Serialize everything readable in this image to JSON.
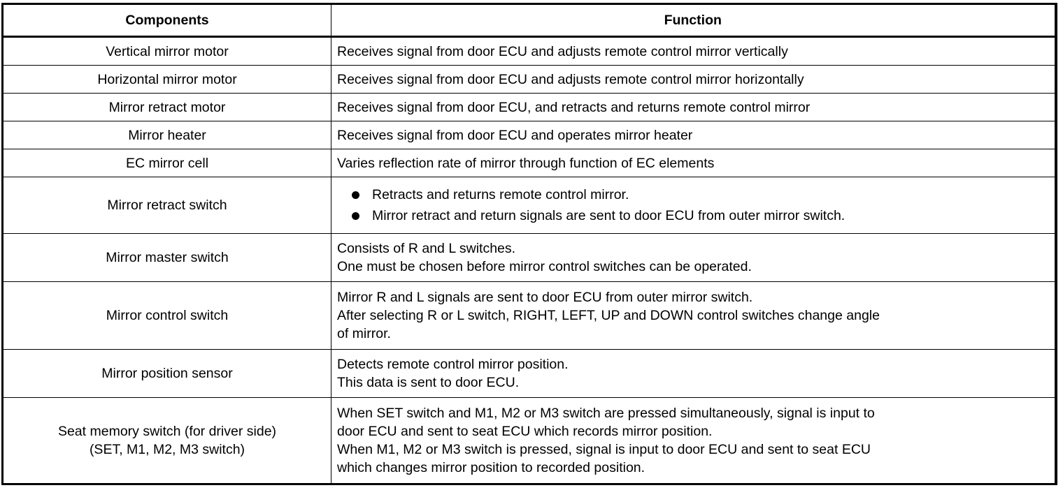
{
  "table": {
    "headers": {
      "components": "Components",
      "function": "Function"
    },
    "rows": [
      {
        "component": [
          "Vertical mirror motor"
        ],
        "function": [
          "Receives signal from door ECU and adjusts remote control mirror vertically"
        ]
      },
      {
        "component": [
          "Horizontal mirror motor"
        ],
        "function": [
          "Receives signal from door ECU and adjusts remote control mirror horizontally"
        ]
      },
      {
        "component": [
          "Mirror retract motor"
        ],
        "function": [
          "Receives signal from door ECU, and retracts and returns remote control mirror"
        ]
      },
      {
        "component": [
          "Mirror heater"
        ],
        "function": [
          "Receives signal from door ECU and operates mirror heater"
        ]
      },
      {
        "component": [
          "EC mirror cell"
        ],
        "function": [
          "Varies reflection rate of mirror through function of EC elements"
        ]
      },
      {
        "component": [
          "Mirror retract switch"
        ],
        "bullets": [
          "Retracts and returns remote control mirror.",
          "Mirror retract and return signals are sent to door ECU from outer mirror switch."
        ]
      },
      {
        "component": [
          "Mirror master switch"
        ],
        "function": [
          "Consists of R and L switches.",
          "One must be chosen before mirror control switches can be operated."
        ]
      },
      {
        "component": [
          "Mirror control switch"
        ],
        "function": [
          "Mirror R and L signals are sent to door ECU from outer mirror switch.",
          "After selecting R or L switch, RIGHT, LEFT, UP and DOWN control switches change angle",
          "of mirror."
        ]
      },
      {
        "component": [
          "Mirror position sensor"
        ],
        "function": [
          "Detects remote control mirror position.",
          "This data is sent to door ECU."
        ]
      },
      {
        "component": [
          "Seat memory switch (for driver side)",
          "(SET, M1, M2, M3 switch)"
        ],
        "function": [
          "When SET switch and M1, M2 or M3 switch are pressed simultaneously, signal is input to",
          "door ECU and sent to seat ECU which records mirror position.",
          "When M1, M2 or M3 switch is pressed, signal is input to door ECU and sent to seat ECU",
          "which changes mirror position to recorded position."
        ]
      }
    ]
  }
}
